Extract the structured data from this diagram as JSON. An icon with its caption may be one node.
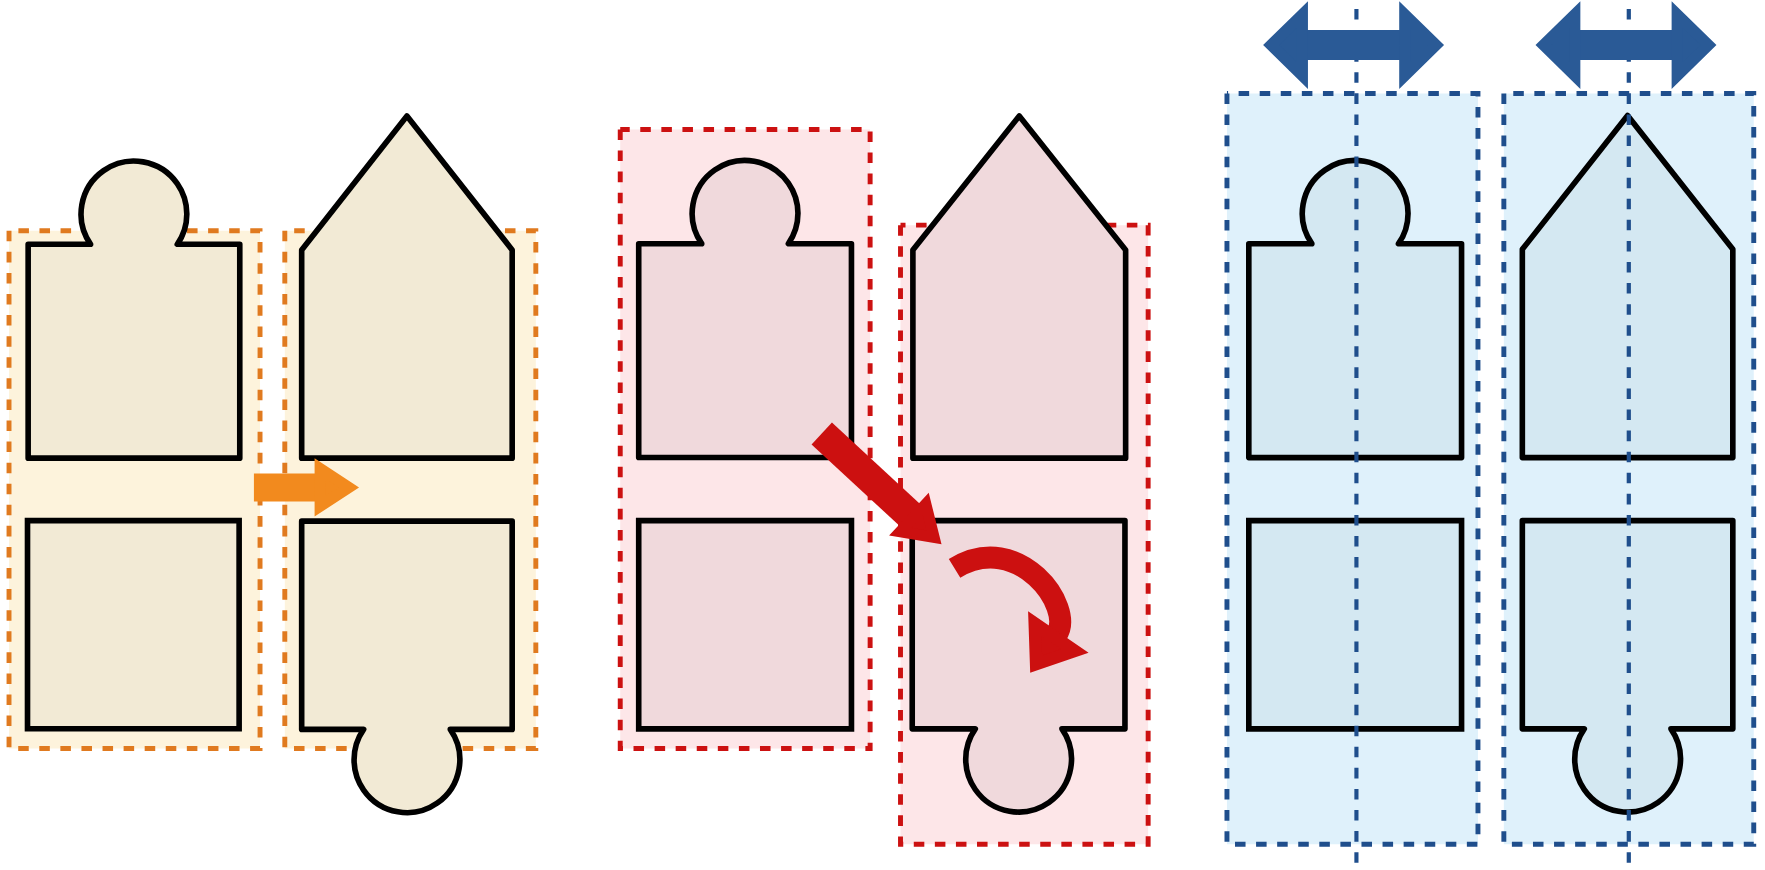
{
  "diagram": {
    "nodes": [
      {
        "text": [],
        "shape": "frame"
      },
      {
        "text": [],
        "shape": "frame"
      },
      {
        "text": [],
        "shape": "tab"
      },
      {
        "text": [],
        "shape": "square",
        "in": 0
      },
      {
        "text": [],
        "shape": "house"
      },
      {
        "text": [],
        "shape": "tab"
      },
      {
        "text": [],
        "shape": "frame"
      },
      {
        "text": [],
        "shape": "frame"
      },
      {
        "text": [],
        "shape": "tab",
        "in": 6
      },
      {
        "text": [],
        "shape": "square",
        "in": 6
      },
      {
        "text": [],
        "shape": "house"
      },
      {
        "text": [],
        "shape": "tab",
        "in": 7
      },
      {
        "text": [],
        "shape": "frame"
      },
      {
        "text": [],
        "shape": "frame"
      },
      {
        "text": [],
        "shape": "tab",
        "in": 12
      },
      {
        "text": [],
        "shape": "square",
        "in": 12
      },
      {
        "text": [],
        "shape": "house",
        "in": 13
      },
      {
        "text": [],
        "shape": "tab",
        "in": 13
      }
    ],
    "edges": [
      {
        "from": 0,
        "to": 1,
        "arrow": "to",
        "color": "#f28a1e"
      },
      {
        "from": 8,
        "to": 11,
        "arrow": "to",
        "color": "#cc1010"
      }
    ]
  }
}
